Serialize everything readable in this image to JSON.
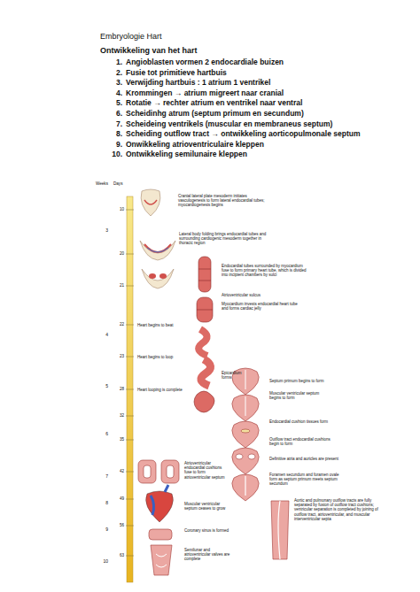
{
  "diagram": {
    "title": "Embryologie Hart",
    "labels": [
      "Ontwikkeling van het hart",
      "1.",
      "2.",
      "3.",
      "4.",
      "5.",
      "6.",
      "7.",
      "8.",
      "9.",
      "10.",
      "Angioblasten vormen 2 endocardiale buizen",
      "Fusie tot primitieve hartbuis",
      "Verwijding hartbuis : 1 atrium 1 ventrikel",
      "Krommingen → atrium migreert naar cranial",
      "Rotatie → rechter atrium en ventrikel naar ventral",
      "Scheidinhg atrum (septum primum en secundum)",
      "Scheideing ventrikels (muscular en membraneus septum)",
      "Scheiding outflow tract → ontwikkeling aorticopulmonale septum",
      "Onwikkeling atrioventriculaire kleppen",
      "Ontwikkeling semilunaire kleppen",
      "Weeks",
      "Days",
      "3",
      "4",
      "5",
      "6",
      "7",
      "8",
      "9",
      "10",
      "10",
      "20",
      "21",
      "22",
      "23",
      "28",
      "32",
      "35",
      "42",
      "49",
      "56",
      "63",
      "Cranial lateral plate mesoderm initiates vasculogenesis to form lateral endocardial tubes; myocardiogenesis begins",
      "Lateral body folding brings endocardial tubes and surrounding cardiogenic mesoderm together in thoracic region",
      "Endocardial tubes surrounded by myocardium fuse to form primary heart tube, which is divided into incipient chambers by sulci",
      "Atrioventricular sulcus",
      "Myocardium invests endocardial heart tube and forms cardiac jelly",
      "Heart begins to beat",
      "Heart begins to loop",
      "Epicardium forms",
      "Heart looping is complete",
      "Septum primum begins to form",
      "Muscular ventricular septum begins to form",
      "Endocardial cushion tissues form",
      "Outflow tract endocardial cushions begin to form",
      "Definitive atria and auricles are present",
      "Foramen secundum and foramen ovale form as septum primum meets septum secundum",
      "Atrioventricular endocardial cushions fuse to form atrioventricular septum",
      "Muscular ventricular septum ceases to grow",
      "Coronary sinus is formed",
      "Semilunar and atrioventricular valves are complete",
      "Aortic and pulmonary outflow tracts are fully separated by fusion of outflow tract cushions; ventricular separation is completed by joining of outflow tract, atrioventricular, and muscular interventricular septa"
    ]
  }
}
